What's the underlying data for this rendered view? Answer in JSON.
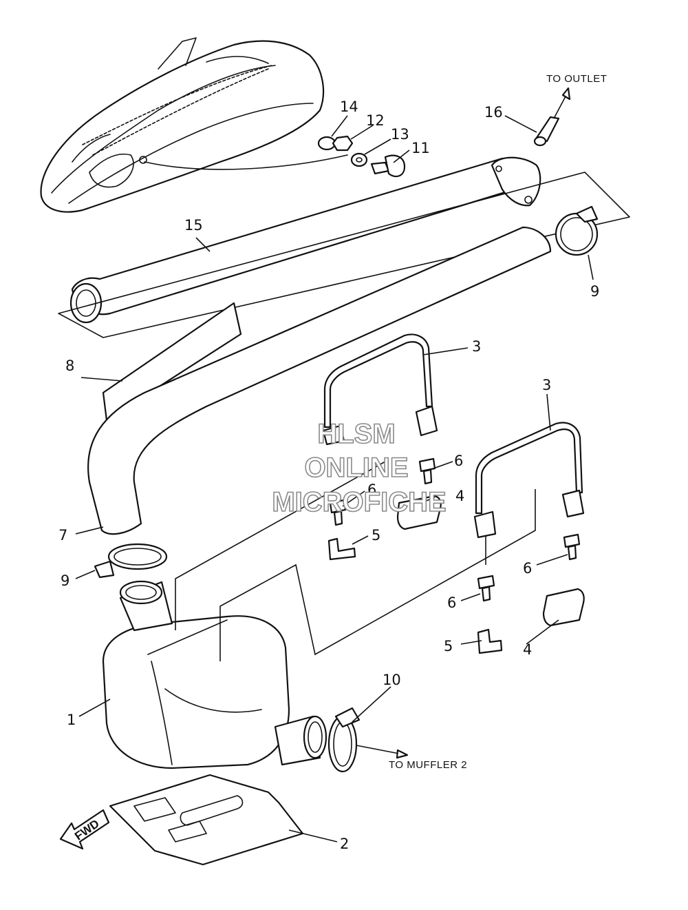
{
  "notes": {
    "to_outlet": "TO OUTLET",
    "to_muffler": "TO MUFFLER 2",
    "fwd": "FWD"
  },
  "watermark": {
    "line1": "HLSM",
    "line2": "ONLINE",
    "line3": "MICROFICHE"
  },
  "callouts": {
    "c1": "1",
    "c2": "2",
    "c3a": "3",
    "c3b": "3",
    "c4a": "4",
    "c4b": "4",
    "c5a": "5",
    "c5b": "5",
    "c6a": "6",
    "c6b": "6",
    "c6c": "6",
    "c6d": "6",
    "c7": "7",
    "c8": "8",
    "c9a": "9",
    "c9b": "9",
    "c10": "10",
    "c11": "11",
    "c12": "12",
    "c13": "13",
    "c14": "14",
    "c15": "15",
    "c16": "16"
  }
}
